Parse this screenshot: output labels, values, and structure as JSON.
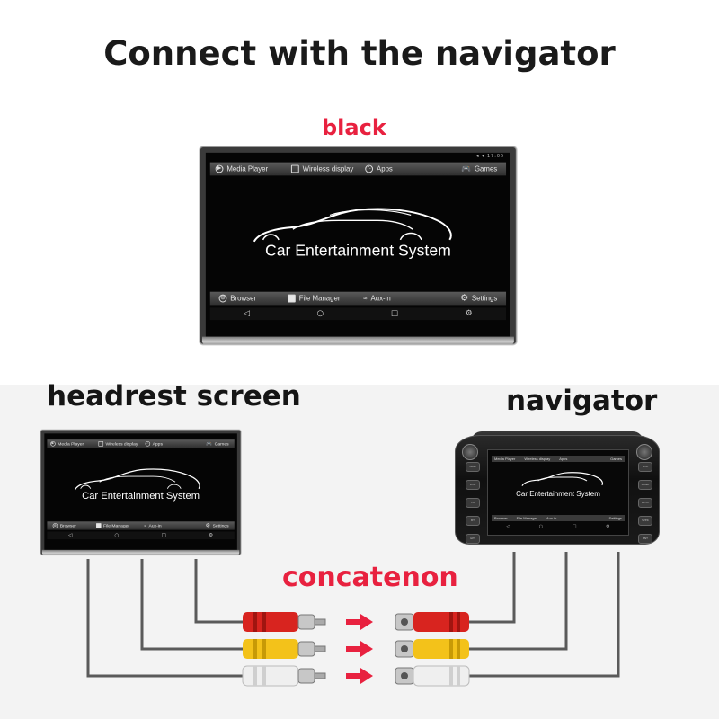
{
  "title": "Connect with the navigator",
  "labels": {
    "color": "black",
    "headrest": "headrest screen",
    "navigator": "navigator",
    "connection": "concatenon"
  },
  "screen_ui": {
    "status": "◂ ▾ 17:05",
    "top_bar": [
      "Media Player",
      "Wireless display",
      "Apps",
      "Games"
    ],
    "bottom_bar": [
      "Browser",
      "File Manager",
      "Aux-in",
      "Settings"
    ],
    "nav_buttons": [
      "◁",
      "○",
      "□",
      "⚙"
    ],
    "brand": "Car Entertainment System"
  },
  "navigator_ui": {
    "top_bar": [
      "Media Player",
      "Wireless display",
      "Apps",
      "Games"
    ],
    "bottom_bar": [
      "Browser",
      "File Manager",
      "Aux-in",
      "Settings"
    ],
    "brand": "Car Entertainment System",
    "left_buttons": [
      "NAVI",
      "DVD",
      "FM",
      "BT",
      "GPS"
    ],
    "right_buttons": [
      "DVD",
      "BAND",
      "MUTE",
      "SEEK",
      "ENT"
    ]
  },
  "colors": {
    "accent_red": "#e8213f",
    "plug_red": "#d8241f",
    "plug_yellow": "#f3c21a",
    "plug_white": "#efefef",
    "arrow_red": "#e8213f"
  }
}
